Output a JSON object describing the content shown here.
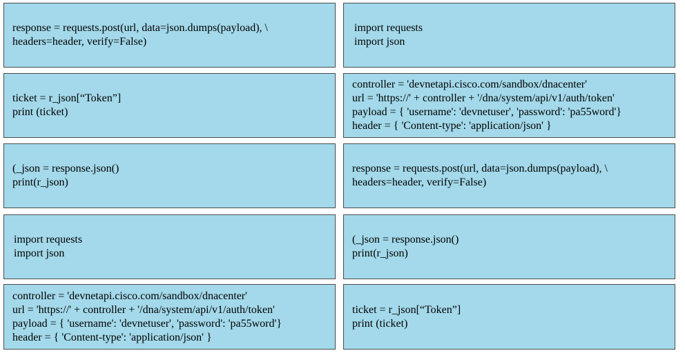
{
  "colors": {
    "block_fill": "#a3d9ea",
    "block_border": "#4a4a4a",
    "text": "#000000"
  },
  "left_column": {
    "blocks": [
      {
        "lines": [
          "response = requests.post(url, data=json.dumps(payload), \\",
          "headers=header, verify=False)"
        ]
      },
      {
        "lines": [
          "ticket = r_json[“Token”]",
          "print (ticket)"
        ]
      },
      {
        "lines": [
          "(_json = response.json()",
          "print(r_json)"
        ]
      },
      {
        "lines": [
          "import requests",
          "import json"
        ]
      },
      {
        "lines": [
          "controller = 'devnetapi.cisco.com/sandbox/dnacenter'",
          "url = 'https://' + controller + '/dna/system/api/v1/auth/token'",
          "payload = { 'username': 'devnetuser', 'password': 'pa55word'}",
          "header = { 'Content-type': 'application/json' }"
        ]
      }
    ]
  },
  "right_column": {
    "blocks": [
      {
        "lines": [
          "import requests",
          "import json"
        ]
      },
      {
        "lines": [
          "controller = 'devnetapi.cisco.com/sandbox/dnacenter'",
          "url = 'https://' + controller + '/dna/system/api/v1/auth/token'",
          "payload = { 'username': 'devnetuser', 'password': 'pa55word'}",
          "header = { 'Content-type': 'application/json' }"
        ]
      },
      {
        "lines": [
          "response = requests.post(url, data=json.dumps(payload), \\",
          "headers=header, verify=False)"
        ]
      },
      {
        "lines": [
          "(_json = response.json()",
          "print(r_json)"
        ]
      },
      {
        "lines": [
          "ticket = r_json[“Token”]",
          "print (ticket)"
        ]
      }
    ]
  }
}
